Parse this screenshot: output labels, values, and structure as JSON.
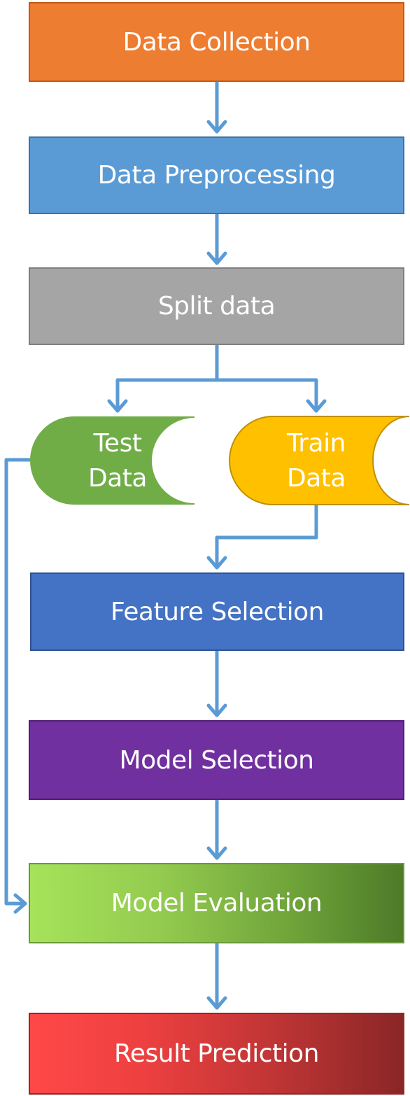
{
  "steps": {
    "data_collection": "Data Collection",
    "data_preprocessing": "Data Preprocessing",
    "split_data": "Split data",
    "test_data_line1": "Test",
    "test_data_line2": "Data",
    "train_data_line1": "Train",
    "train_data_line2": "Data",
    "feature_selection": "Feature Selection",
    "model_selection": "Model Selection",
    "model_evaluation": "Model Evaluation",
    "result_prediction": "Result Prediction"
  },
  "colors": {
    "arrow": "#5B9BD5",
    "data_collection": "#ED7D31",
    "data_preprocessing": "#5B9BD5",
    "split_data": "#A5A5A5",
    "test_data": "#70AD47",
    "train_data": "#FFC000",
    "feature_selection": "#4472C4",
    "model_selection": "#7030A0",
    "model_evaluation_start": "#A6E35A",
    "model_evaluation_end": "#4E7A28",
    "result_prediction_start": "#FF4848",
    "result_prediction_end": "#8A2626"
  }
}
